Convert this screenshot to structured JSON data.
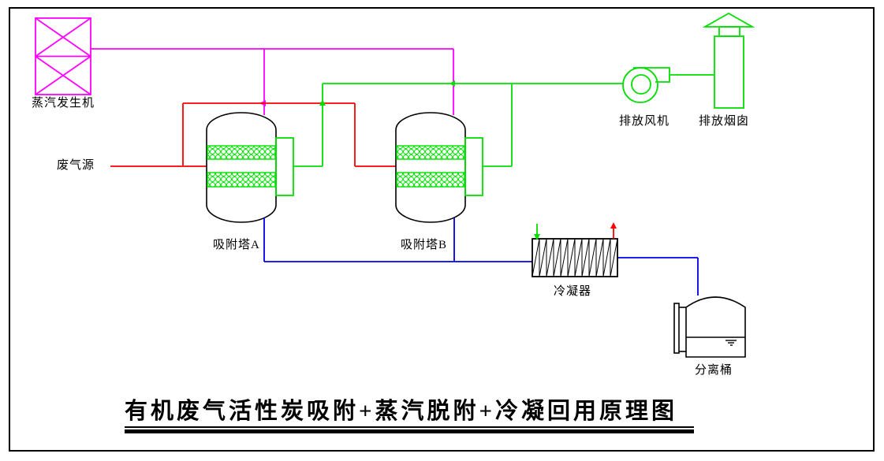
{
  "title_block": {
    "title": "有机废气活性炭吸附+蒸汽脱附+冷凝回用原理图"
  },
  "equipment": {
    "steam_generator": {
      "label": "蒸汽发生机"
    },
    "waste_gas_source": {
      "label": "废气源"
    },
    "tower_a": {
      "label": "吸附塔A"
    },
    "tower_b": {
      "label": "吸附塔B"
    },
    "exhaust_fan": {
      "label": "排放风机"
    },
    "exhaust_stack": {
      "label": "排放烟囱"
    },
    "condenser": {
      "label": "冷凝器"
    },
    "separator": {
      "label": "分离桶"
    }
  },
  "colors": {
    "steam_line": "#ff00ff",
    "waste_gas_line": "#ff0000",
    "exhaust_line": "#00e000",
    "condensate_line": "#0000e6",
    "equipment_outline": "#000000"
  }
}
